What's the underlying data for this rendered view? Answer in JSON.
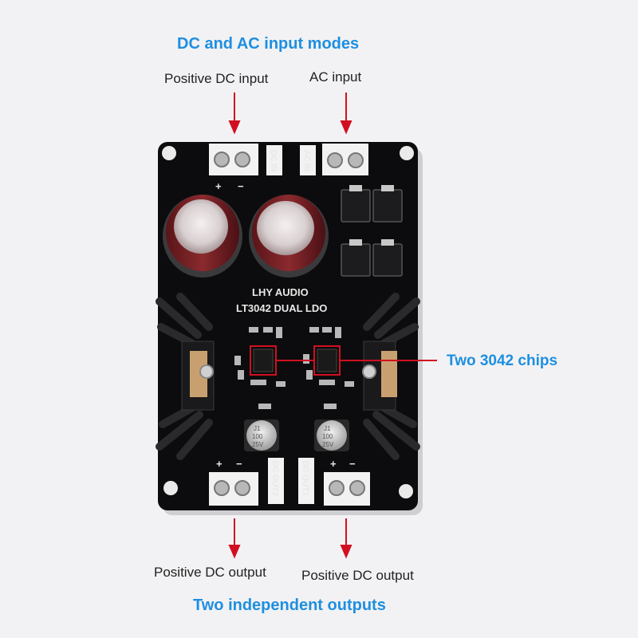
{
  "title_top": "DC and AC input modes",
  "title_bottom": "Two independent outputs",
  "labels": {
    "dc_input": "Positive DC input",
    "ac_input": "AC input",
    "output_left": "Positive DC output",
    "output_right": "Positive DC output",
    "chips": "Two 3042 chips"
  },
  "board": {
    "brand": "LHY AUDIO",
    "model": "LT3042 DUAL LDO",
    "dc_in": "DC IN",
    "ac_in": "AC IN",
    "dc_out2": "DC OUT2",
    "dc_out1": "DC OUT1",
    "plus": "+",
    "minus": "−",
    "cap_label_1": "J1",
    "cap_label_2": "100",
    "cap_label_3": "25V"
  },
  "colors": {
    "accent": "#1e8fe0",
    "arrow": "#d01020",
    "pcb": "#0c0c0e"
  }
}
